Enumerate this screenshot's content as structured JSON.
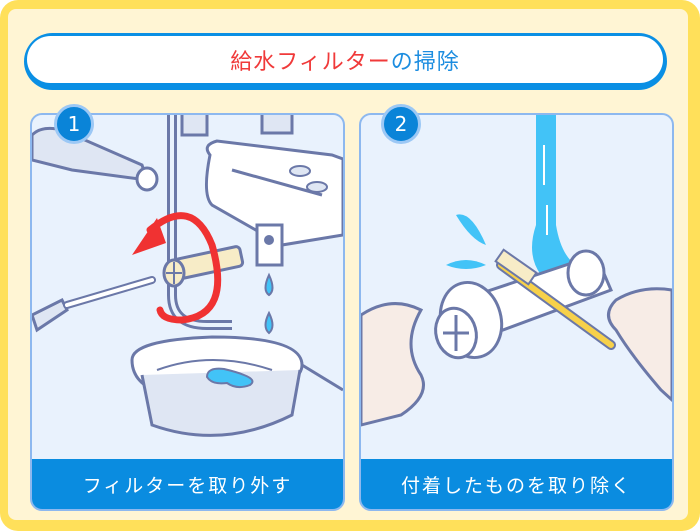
{
  "title": {
    "part_red": "給水フィルター",
    "part_blue": "の掃除",
    "full": "給水フィルターの掃除"
  },
  "steps": [
    {
      "number": "1",
      "caption": "フィルターを取り外す",
      "illustration": "faucet-filter-removal",
      "icons": [
        "faucet-icon",
        "filter-icon",
        "screwdriver-icon",
        "rotate-arrow-icon",
        "water-drop-icon",
        "bowl-icon"
      ]
    },
    {
      "number": "2",
      "caption": "付着したものを取り除く",
      "illustration": "filter-brushing-under-water",
      "icons": [
        "water-stream-icon",
        "splash-icon",
        "toothbrush-icon",
        "filter-icon",
        "hand-icon"
      ]
    }
  ],
  "colors": {
    "frame": "#ffe05a",
    "background": "#fff5d4",
    "accent_blue": "#0a8ce0",
    "title_red": "#f03a3a",
    "arrow_red": "#f03232",
    "water": "#42c3f7",
    "outline": "#6b78a8",
    "panel_bg": "#e9f2fd",
    "brush_yellow": "#f7d14a"
  }
}
